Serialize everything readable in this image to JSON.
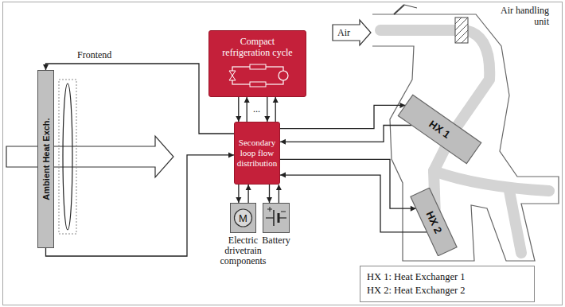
{
  "diagram": {
    "nodes": [
      {
        "text": [
          "Compact refrigeration cycle"
        ]
      },
      {
        "text": [
          "Ambient Heat Exch."
        ]
      },
      {
        "text": [
          "Secondary loop flow distribution"
        ]
      },
      {
        "text": [
          "HX 1"
        ]
      },
      {
        "text": [
          "HX 2"
        ]
      },
      {
        "text": [
          "M",
          "Electric drivetrain components"
        ]
      },
      {
        "text": [
          "Battery"
        ]
      },
      {
        "text": [
          "HX 1: Heat Exchanger 1",
          "HX 2: Heat Exchanger 2"
        ]
      }
    ],
    "edges": [
      {
        "from": 0,
        "to": 2,
        "arrow": "to"
      },
      {
        "from": 2,
        "to": 0,
        "arrow": "to"
      },
      {
        "from": 0,
        "to": 2,
        "arrow": "to"
      },
      {
        "from": 2,
        "to": 0,
        "arrow": "to"
      },
      {
        "from": 2,
        "to": 1,
        "label": "Frontend",
        "arrow": "to"
      },
      {
        "from": 1,
        "to": 2,
        "arrow": "to"
      },
      {
        "from": 2,
        "to": 3,
        "arrow": "to"
      },
      {
        "from": 3,
        "to": 2,
        "arrow": "to"
      },
      {
        "from": 2,
        "to": 4,
        "arrow": "to"
      },
      {
        "from": 4,
        "to": 2,
        "arrow": "to"
      },
      {
        "from": 2,
        "to": 5,
        "arrow": "to"
      },
      {
        "from": 5,
        "to": 2,
        "arrow": "to"
      },
      {
        "from": 2,
        "to": 6,
        "arrow": "to"
      },
      {
        "from": 6,
        "to": 2,
        "arrow": "to"
      }
    ],
    "labels": [
      "Air",
      "Air handling unit",
      "..."
    ]
  }
}
